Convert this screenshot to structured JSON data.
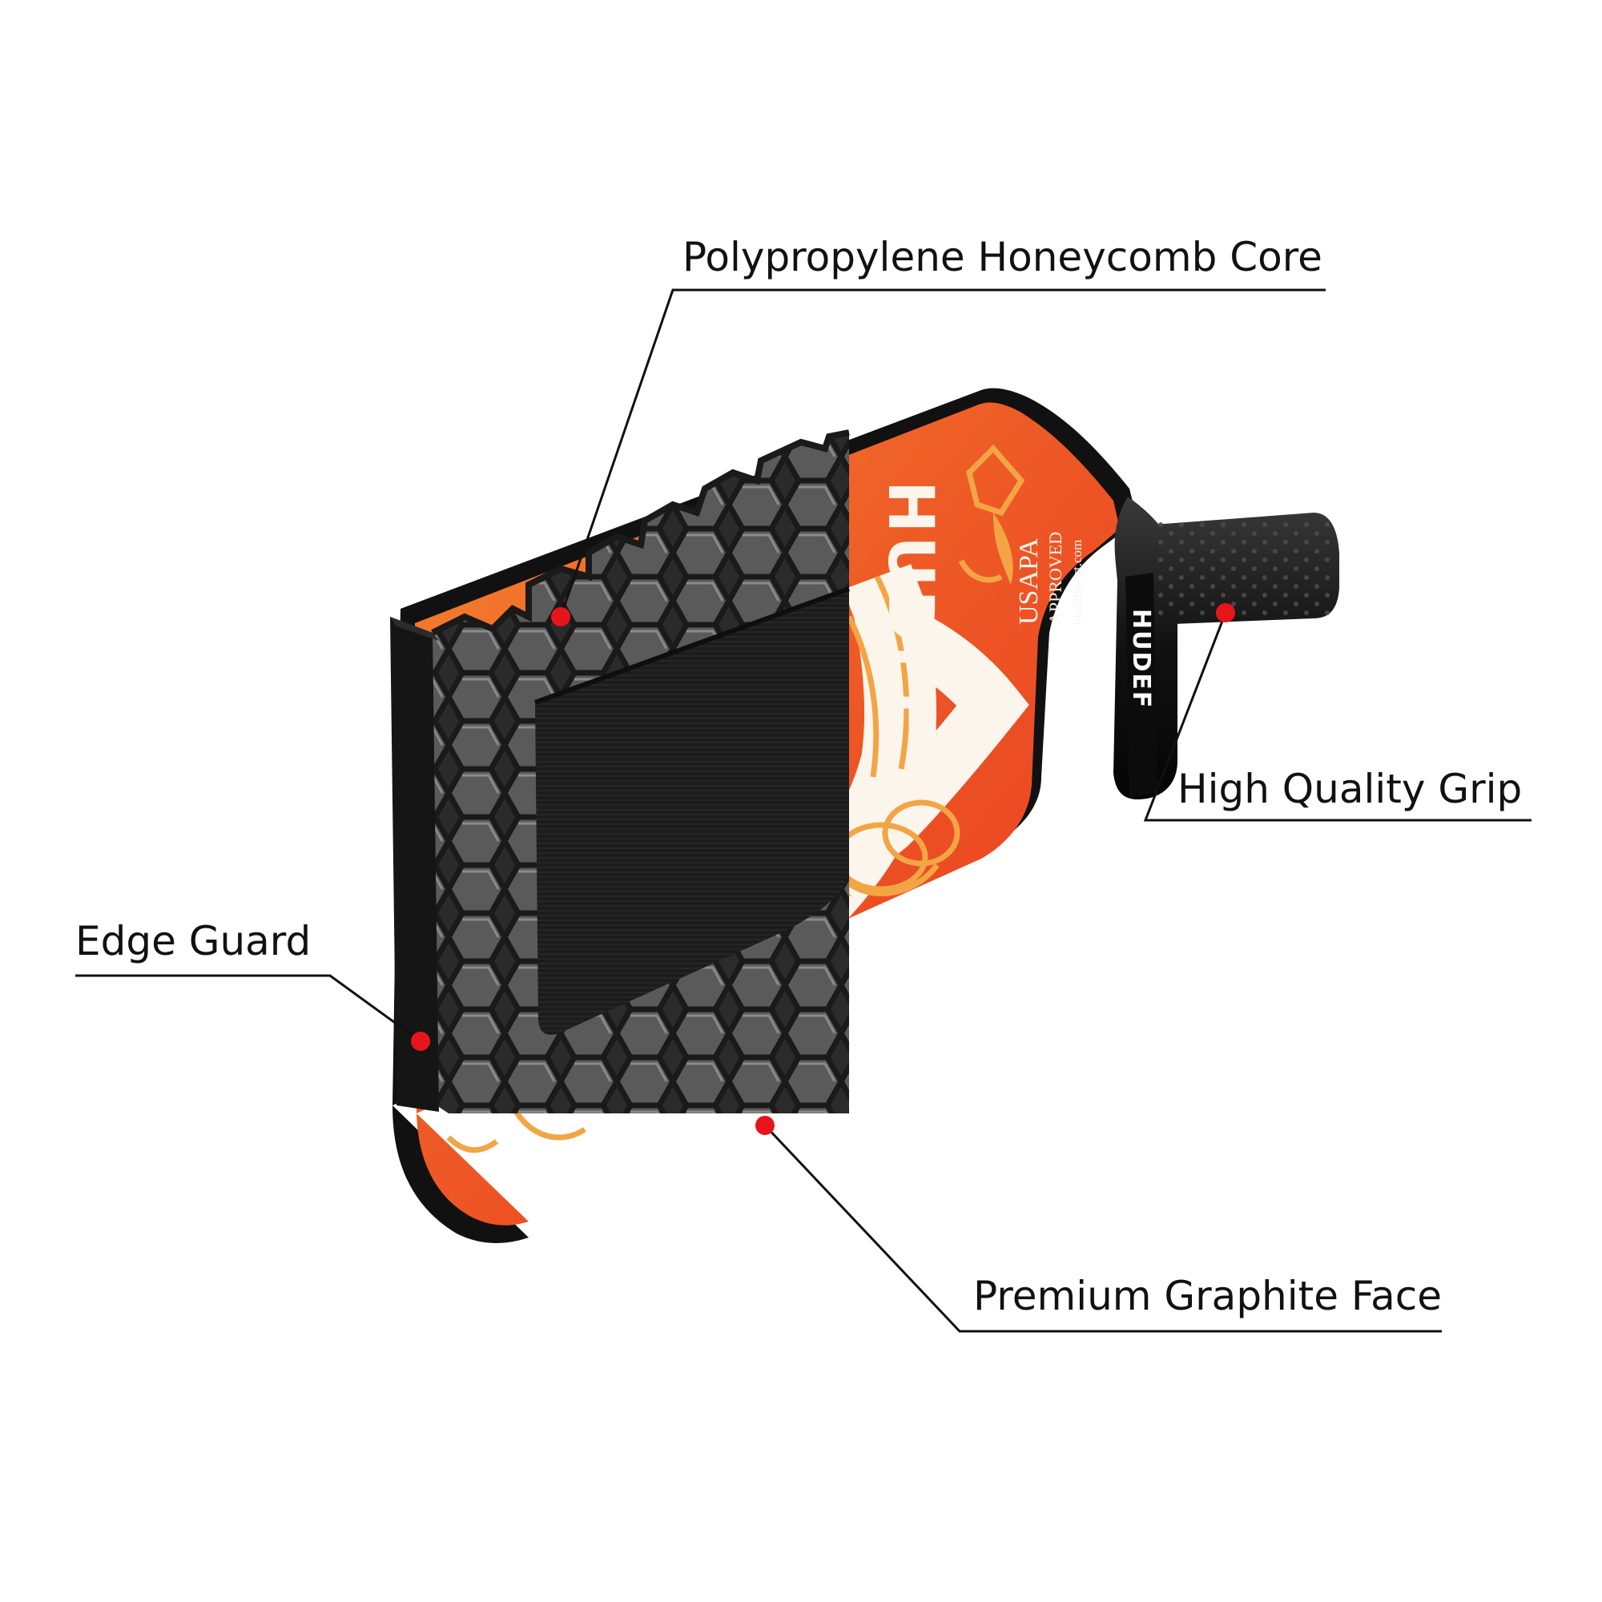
{
  "callouts": [
    {
      "id": "core",
      "label": "Polypropylene Honeycomb Core"
    },
    {
      "id": "grip",
      "label": "High Quality Grip"
    },
    {
      "id": "edge",
      "label": "Edge Guard"
    },
    {
      "id": "face",
      "label": "Premium Graphite Face"
    }
  ],
  "paddle": {
    "face_logo": "HUDEF",
    "approval_line1": "USAPA",
    "approval_line2": "APPROVED",
    "website": "hudefsport.com",
    "grip_brand": "HUDEF"
  },
  "colors": {
    "face_red": "#ec3f22",
    "face_orange": "#f07a30",
    "pattern_gold": "#f2a544",
    "pattern_white": "#fbf5ec",
    "edge_black": "#141414",
    "core_grey": "#3a3a3a",
    "marker_red": "#e8141c"
  }
}
